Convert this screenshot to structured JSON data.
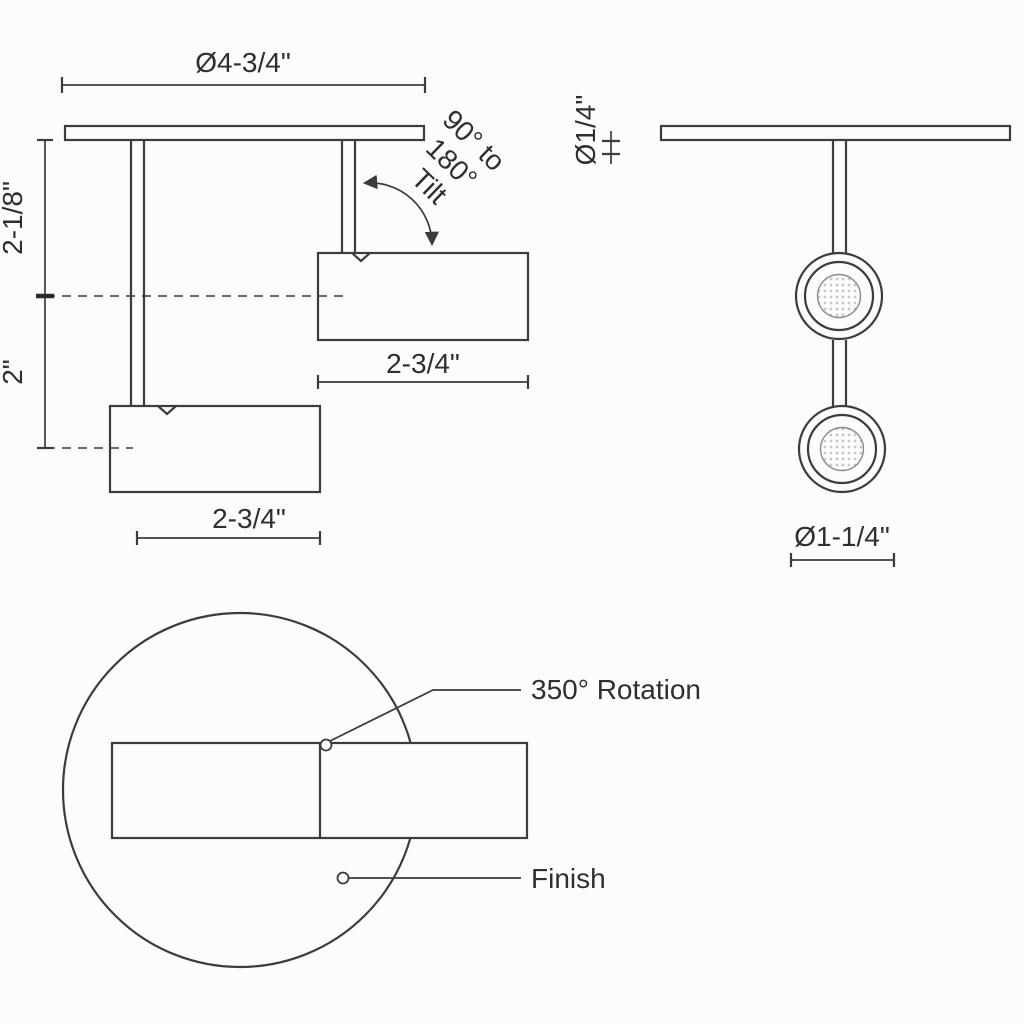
{
  "drawing": {
    "background_color": "#fcfcfc",
    "line_color": "#3c3c3c",
    "side_view": {
      "canopy_diameter": "Ø4-3/4\"",
      "upper_height": "2-1/8\"",
      "lower_height": "2\"",
      "tilt_line1": "90° to",
      "tilt_line2": "180°",
      "tilt_line3": "Tilt",
      "upper_head_length": "2-3/4\"",
      "lower_head_length": "2-3/4\""
    },
    "front_view": {
      "stem_diameter": "Ø1/4\"",
      "head_diameter": "Ø1-1/4\""
    },
    "bottom_view": {
      "rotation_label": "350° Rotation",
      "finish_label": "Finish"
    }
  }
}
